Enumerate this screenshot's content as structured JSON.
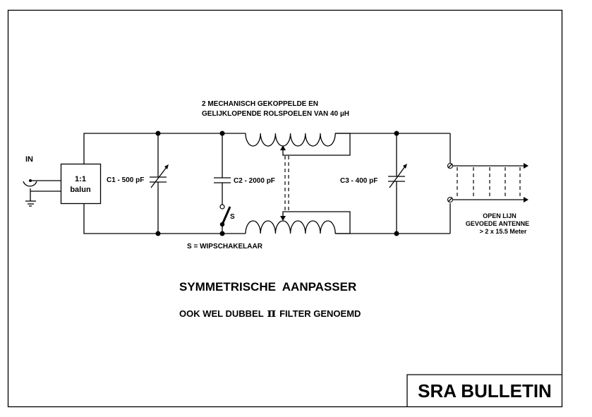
{
  "document": {
    "title": "SYMMETRISCHE  AANPASSER",
    "subtitle_prefix": "OOK WEL DUBBEL",
    "subtitle_symbol": "π",
    "subtitle_suffix": "FILTER GENOEMD",
    "publisher": "SRA BULLETIN"
  },
  "diagram": {
    "input_label": "IN",
    "balun": {
      "line1": "1:1",
      "line2": "balun"
    },
    "components": {
      "c1": "C1 - 500 pF",
      "c2": "C2 - 2000 pF",
      "c3": "C3 - 400 pF",
      "switch": "S"
    },
    "coil_note": {
      "line1": "2 MECHANISCH GEKOPPELDE EN",
      "line2": "GELIJKLOPENDE ROLSPOELEN VAN 40 µH"
    },
    "switch_note": "S = WIPSCHAKELAAR",
    "output_note": {
      "line1": "OPEN LIJN",
      "line2": "GEVOEDE ANTENNE",
      "line3": "> 2 x 15.5 Meter"
    }
  }
}
